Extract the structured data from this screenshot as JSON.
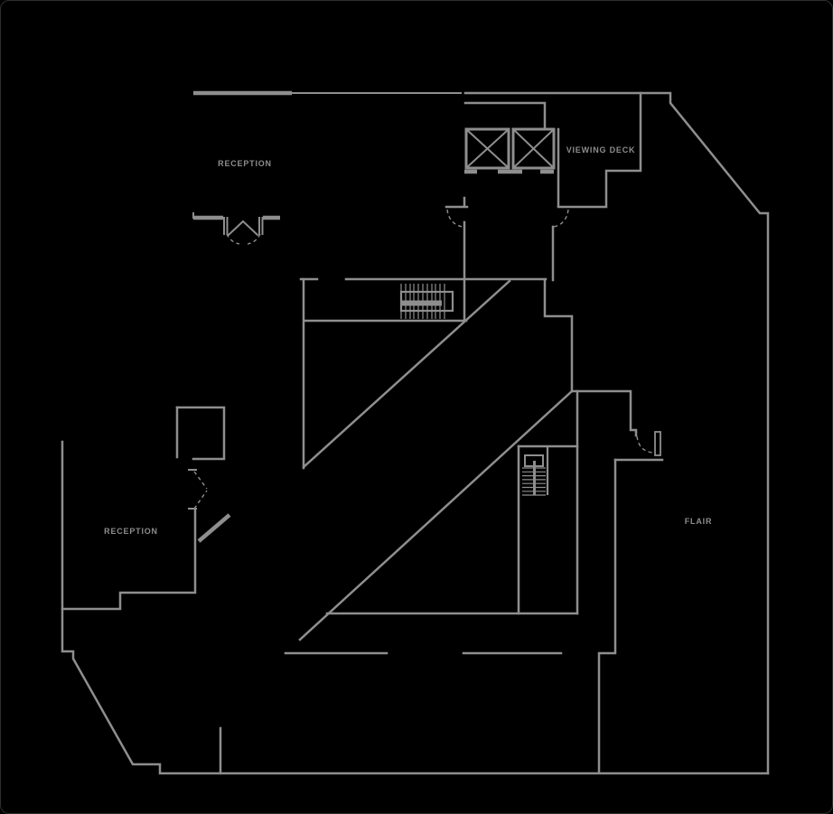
{
  "canvas": {
    "background": "#000000",
    "border_color": "#2f2f2f",
    "wall_color": "#8e8e8e",
    "label_color": "#8d8d8d"
  },
  "plan": {
    "labels": [
      {
        "id": "reception-upper",
        "text": "RECEPTION"
      },
      {
        "id": "viewing-deck",
        "text": "VIEWING DECK"
      },
      {
        "id": "reception-lower",
        "text": "RECEPTION"
      },
      {
        "id": "flair",
        "text": "FLAIR"
      }
    ]
  }
}
